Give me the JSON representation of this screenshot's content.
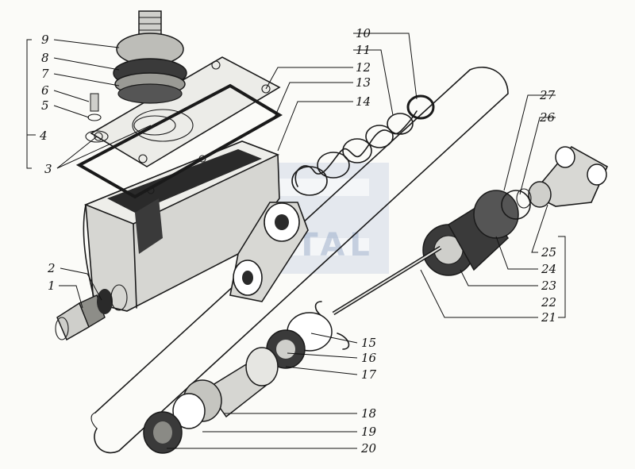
{
  "callouts": [
    {
      "id": "1",
      "text": "1"
    },
    {
      "id": "2",
      "text": "2"
    },
    {
      "id": "3",
      "text": "3"
    },
    {
      "id": "4",
      "text": "4"
    },
    {
      "id": "5",
      "text": "5"
    },
    {
      "id": "6",
      "text": "6"
    },
    {
      "id": "7",
      "text": "7"
    },
    {
      "id": "8",
      "text": "8"
    },
    {
      "id": "9",
      "text": "9"
    },
    {
      "id": "10",
      "text": "10"
    },
    {
      "id": "11",
      "text": "11"
    },
    {
      "id": "12",
      "text": "12"
    },
    {
      "id": "13",
      "text": "13"
    },
    {
      "id": "14",
      "text": "14"
    },
    {
      "id": "15",
      "text": "15"
    },
    {
      "id": "16",
      "text": "16"
    },
    {
      "id": "17",
      "text": "17"
    },
    {
      "id": "18",
      "text": "18"
    },
    {
      "id": "19",
      "text": "19"
    },
    {
      "id": "20",
      "text": "20"
    },
    {
      "id": "21",
      "text": "21"
    },
    {
      "id": "22",
      "text": "22"
    },
    {
      "id": "23",
      "text": "23"
    },
    {
      "id": "24",
      "text": "24"
    },
    {
      "id": "25",
      "text": "25"
    },
    {
      "id": "26",
      "text": "26"
    },
    {
      "id": "27",
      "text": "27"
    }
  ],
  "watermark": {
    "text": "SANTAL"
  }
}
